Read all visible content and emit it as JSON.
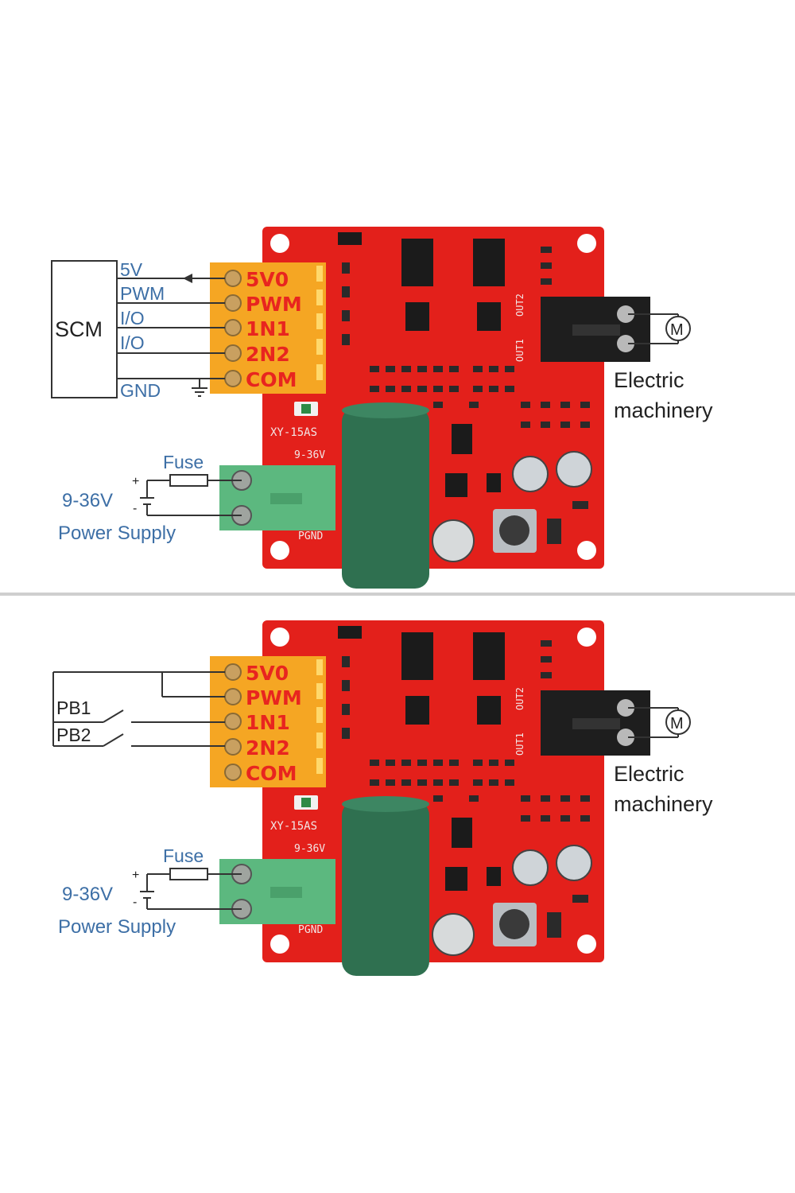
{
  "colors": {
    "pcb": "#e3201b",
    "terminal_orange": "#f5a623",
    "terminal_green": "#5cb87f",
    "label_blue": "#3d6fa6",
    "pin_red": "#e8251f",
    "capacitor": "#2f7050"
  },
  "board": {
    "model": "XY-15AS",
    "voltage_silk": "9-36V",
    "pgnd_silk": "PGND",
    "out1_silk": "OUT1",
    "out2_silk": "OUT2"
  },
  "pins": [
    "5V0",
    "PWM",
    "1N1",
    "2N2",
    "COM"
  ],
  "panel1": {
    "controller_label": "SCM",
    "wire_labels": [
      "5V",
      "PWM",
      "I/O",
      "I/O",
      "GND"
    ],
    "fuse_label": "Fuse",
    "supply_voltage": "9-36V",
    "supply_label": "Power Supply",
    "plus": "+",
    "minus": "-",
    "motor_symbol": "M",
    "motor_label_line1": "Electric",
    "motor_label_line2": "machinery"
  },
  "panel2": {
    "switch_labels": [
      "PB1",
      "PB2"
    ],
    "fuse_label": "Fuse",
    "supply_voltage": "9-36V",
    "supply_label": "Power Supply",
    "plus": "+",
    "minus": "-",
    "motor_symbol": "M",
    "motor_label_line1": "Electric",
    "motor_label_line2": "machinery"
  }
}
